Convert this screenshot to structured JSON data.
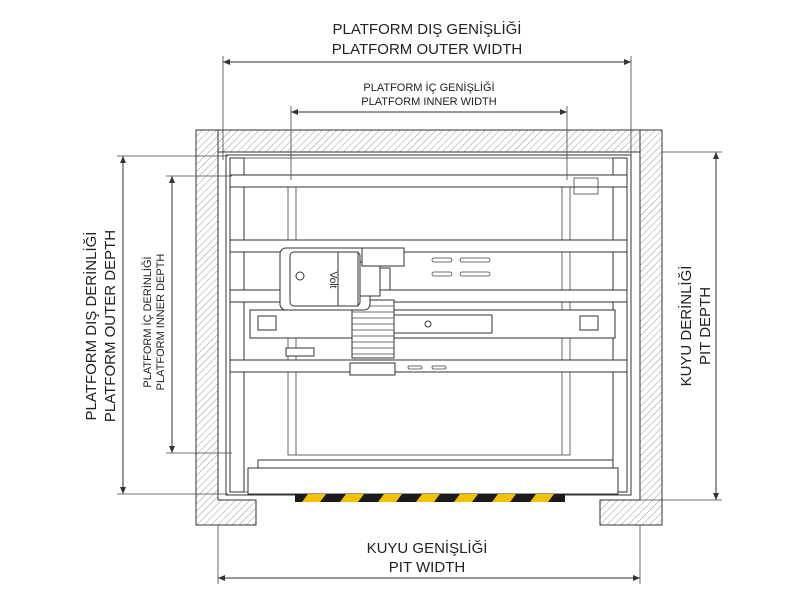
{
  "labels": {
    "platform_outer_width_tr": "PLATFORM DIŞ GENİŞLİĞİ",
    "platform_outer_width_en": "PLATFORM OUTER WIDTH",
    "platform_inner_width_tr": "PLATFORM İÇ GENİŞLİĞİ",
    "platform_inner_width_en": "PLATFORM INNER WIDTH",
    "platform_outer_depth_tr": "PLATFORM DIŞ DERİNLİĞİ",
    "platform_outer_depth_en": "PLATFORM OUTER DEPTH",
    "platform_inner_depth_tr": "PLATFORM İÇ DERİNLİĞİ",
    "platform_inner_depth_en": "PLATFORM INNER DEPTH",
    "pit_depth_tr": "KUYU DERİNLİĞİ",
    "pit_depth_en": "PIT DEPTH",
    "pit_width_tr": "KUYU GENİŞLİĞİ",
    "pit_width_en": "PIT WIDTH"
  },
  "motor_badge": "Volt",
  "colors": {
    "line": "#333333",
    "hatch": "#9a9a9a",
    "warning_yellow": "#f2c200",
    "warning_black": "#1a1a1a"
  }
}
